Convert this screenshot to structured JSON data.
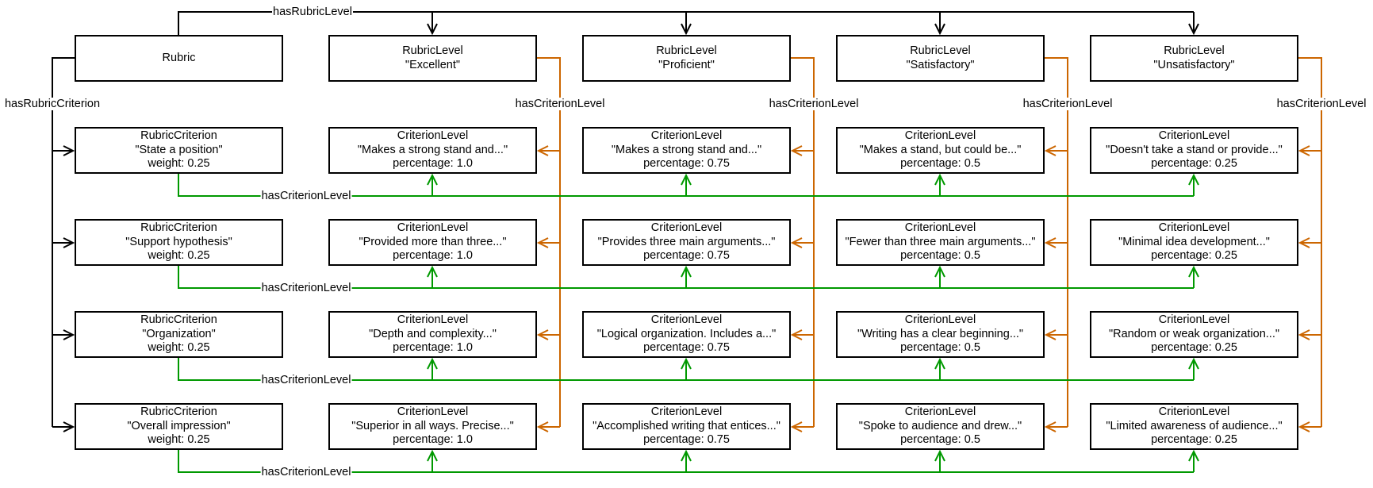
{
  "rubric": {
    "label": "Rubric"
  },
  "edge_labels": {
    "has_rubric_level": "hasRubricLevel",
    "has_rubric_criterion": "hasRubricCriterion",
    "has_criterion_level": "hasCriterionLevel"
  },
  "levels": [
    {
      "type": "RubricLevel",
      "name": "\"Excellent\""
    },
    {
      "type": "RubricLevel",
      "name": "\"Proficient\""
    },
    {
      "type": "RubricLevel",
      "name": "\"Satisfactory\""
    },
    {
      "type": "RubricLevel",
      "name": "\"Unsatisfactory\""
    }
  ],
  "criteria": [
    {
      "type": "RubricCriterion",
      "name": "\"State a position\"",
      "weight": "weight: 0.25",
      "cells": [
        {
          "type": "CriterionLevel",
          "text": "\"Makes a strong stand and...\"",
          "percentage": "percentage: 1.0"
        },
        {
          "type": "CriterionLevel",
          "text": "\"Makes a strong stand and...\"",
          "percentage": "percentage: 0.75"
        },
        {
          "type": "CriterionLevel",
          "text": "\"Makes a stand, but could be...\"",
          "percentage": "percentage: 0.5"
        },
        {
          "type": "CriterionLevel",
          "text": "\"Doesn't take a stand or provide...\"",
          "percentage": "percentage: 0.25"
        }
      ]
    },
    {
      "type": "RubricCriterion",
      "name": "\"Support hypothesis\"",
      "weight": "weight: 0.25",
      "cells": [
        {
          "type": "CriterionLevel",
          "text": "\"Provided more than three...\"",
          "percentage": "percentage: 1.0"
        },
        {
          "type": "CriterionLevel",
          "text": "\"Provides three main arguments...\"",
          "percentage": "percentage: 0.75"
        },
        {
          "type": "CriterionLevel",
          "text": "\"Fewer than three main arguments...\"",
          "percentage": "percentage: 0.5"
        },
        {
          "type": "CriterionLevel",
          "text": "\"Minimal idea development...\"",
          "percentage": "percentage: 0.25"
        }
      ]
    },
    {
      "type": "RubricCriterion",
      "name": "\"Organization\"",
      "weight": "weight: 0.25",
      "cells": [
        {
          "type": "CriterionLevel",
          "text": "\"Depth and complexity...\"",
          "percentage": "percentage: 1.0"
        },
        {
          "type": "CriterionLevel",
          "text": "\"Logical organization. Includes a...\"",
          "percentage": "percentage: 0.75"
        },
        {
          "type": "CriterionLevel",
          "text": "\"Writing has a clear beginning...\"",
          "percentage": "percentage: 0.5"
        },
        {
          "type": "CriterionLevel",
          "text": "\"Random or weak organization...\"",
          "percentage": "percentage: 0.25"
        }
      ]
    },
    {
      "type": "RubricCriterion",
      "name": "\"Overall impression\"",
      "weight": "weight: 0.25",
      "cells": [
        {
          "type": "CriterionLevel",
          "text": "\"Superior in all ways. Precise...\"",
          "percentage": "percentage: 1.0"
        },
        {
          "type": "CriterionLevel",
          "text": "\"Accomplished writing that entices...\"",
          "percentage": "percentage: 0.75"
        },
        {
          "type": "CriterionLevel",
          "text": "\"Spoke to audience and drew...\"",
          "percentage": "percentage: 0.5"
        },
        {
          "type": "CriterionLevel",
          "text": "\"Limited awareness of audience...\"",
          "percentage": "percentage: 0.25"
        }
      ]
    }
  ],
  "colors": {
    "rubric_edges": "#000000",
    "level_edges": "#cc6600",
    "criterion_edges": "#009900"
  }
}
